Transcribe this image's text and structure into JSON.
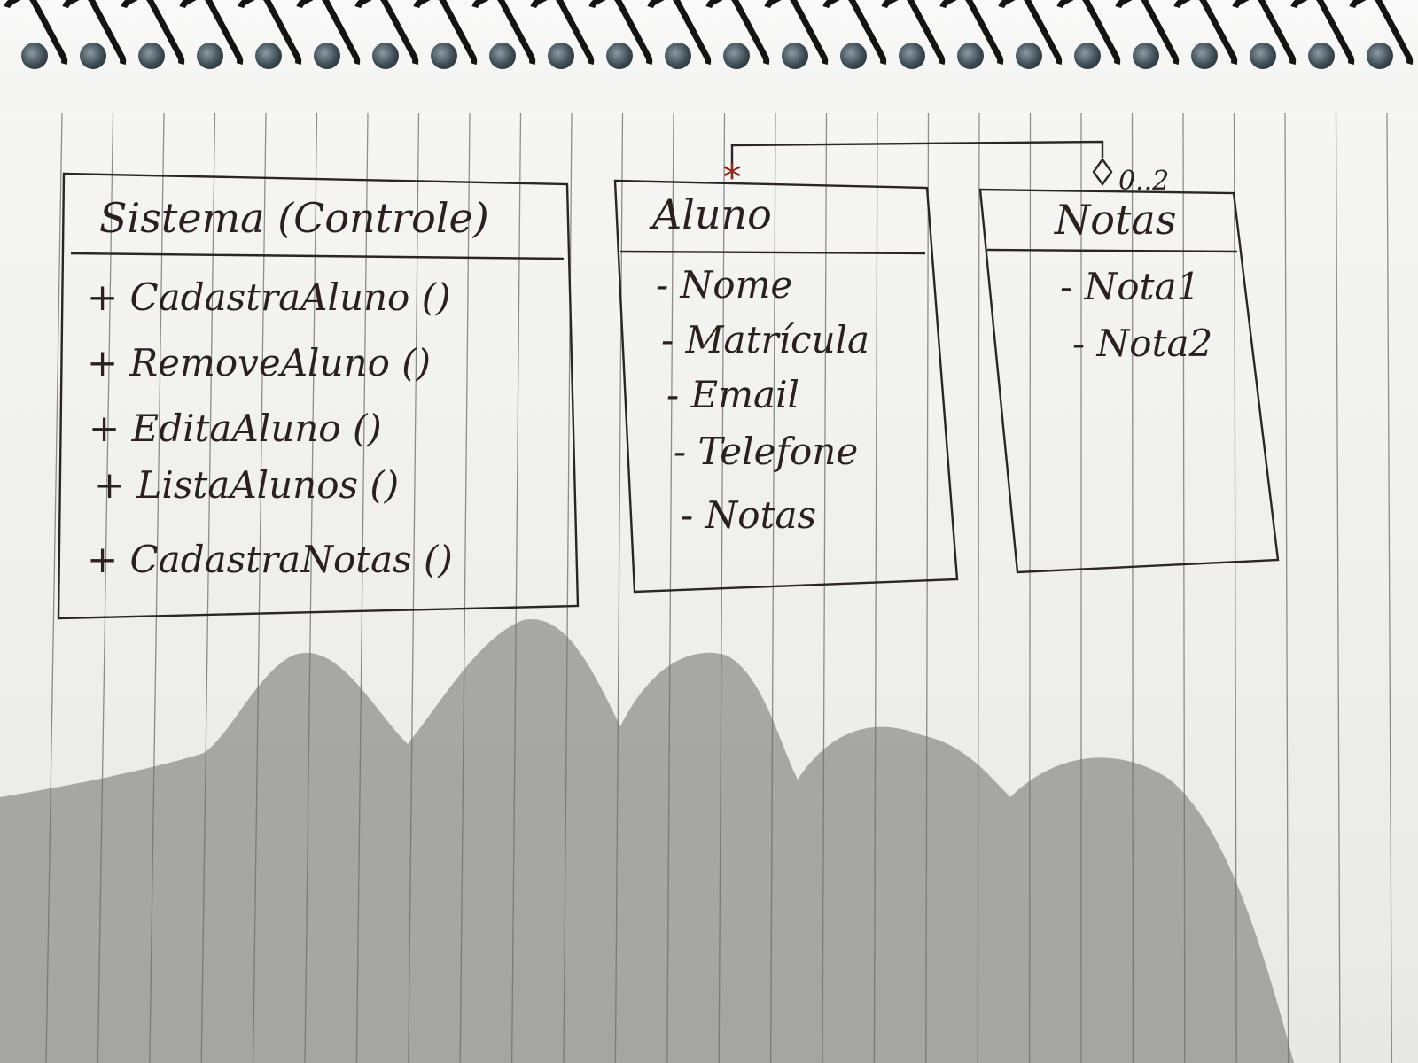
{
  "diagram": {
    "classes": [
      {
        "id": "sistema",
        "title": "Sistema (Controle)",
        "members": [
          "+ CadastraAluno ()",
          "+ RemoveAluno ()",
          "+ EditaAluno ()",
          "+ ListaAlunos ()",
          "+ CadastraNotas ()"
        ]
      },
      {
        "id": "aluno",
        "title": "Aluno",
        "members": [
          "- Nome",
          "- Matrícula",
          "- Email",
          "- Telefone",
          "- Notas"
        ]
      },
      {
        "id": "notas",
        "title": "Notas",
        "members": [
          "- Nota1",
          "- Nota2"
        ]
      }
    ],
    "association": {
      "from": "aluno",
      "to": "notas",
      "from_multiplicity": "*",
      "to_multiplicity": "0..2",
      "kind": "aggregation"
    }
  },
  "colors": {
    "paper": "#f1f1ef",
    "ruled_line": "#3a3a3a",
    "ink": "#2a211e",
    "accent_ink": "#8c2a1c",
    "shadow": "#7d7d7b",
    "spiral": "#141414"
  }
}
